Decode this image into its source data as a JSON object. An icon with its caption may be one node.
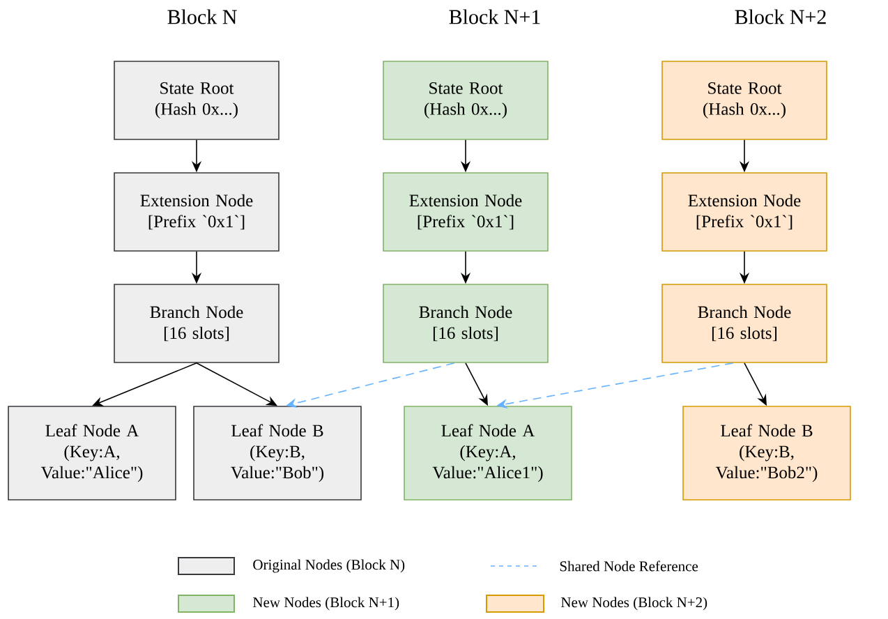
{
  "diagram": {
    "nodes": [
      {
        "text": [
          "State Root",
          "(Hash 0x...)"
        ]
      },
      {
        "text": [
          "Extension Node",
          "[Prefix `0x1`]"
        ]
      },
      {
        "text": [
          "Branch Node",
          "[16 slots]"
        ]
      },
      {
        "text": [
          "Leaf Node A",
          "(Key:A, Value:\"Alice\")"
        ]
      },
      {
        "text": [
          "Leaf Node B",
          "(Key:B, Value:\"Bob\")"
        ]
      },
      {
        "text": [
          "State Root",
          "(Hash 0x...)"
        ]
      },
      {
        "text": [
          "Extension Node",
          "[Prefix `0x1`]"
        ]
      },
      {
        "text": [
          "Branch Node",
          "[16 slots]"
        ]
      },
      {
        "text": [
          "Leaf Node A",
          "(Key:A, Value:\"Alice1\")"
        ]
      },
      {
        "text": [
          "State Root",
          "(Hash 0x...)"
        ]
      },
      {
        "text": [
          "Extension Node",
          "[Prefix `0x1`]"
        ]
      },
      {
        "text": [
          "Branch Node",
          "[16 slots]"
        ]
      },
      {
        "text": [
          "Leaf Node B",
          "(Key:B, Value:\"Bob2\")"
        ]
      }
    ],
    "edges": [
      {
        "from": 0,
        "to": 1,
        "arrow": "to"
      },
      {
        "from": 1,
        "to": 2,
        "arrow": "to"
      },
      {
        "from": 2,
        "to": 3,
        "arrow": "to"
      },
      {
        "from": 2,
        "to": 4,
        "arrow": "to"
      },
      {
        "from": 5,
        "to": 6,
        "arrow": "to"
      },
      {
        "from": 6,
        "to": 7,
        "arrow": "to"
      },
      {
        "from": 7,
        "to": 8,
        "arrow": "to"
      },
      {
        "from": 7,
        "to": 4,
        "arrow": "to",
        "style": "dashed",
        "color": "#66b2ff"
      },
      {
        "from": 9,
        "to": 10,
        "arrow": "to"
      },
      {
        "from": 10,
        "to": 11,
        "arrow": "to"
      },
      {
        "from": 11,
        "to": 12,
        "arrow": "to"
      },
      {
        "from": 11,
        "to": 8,
        "arrow": "to",
        "style": "dashed",
        "color": "#66b2ff"
      }
    ],
    "labels": [
      "Block N",
      "Block N+1",
      "Block N+2"
    ],
    "legend": [
      {
        "text": "Original Nodes (Block N)",
        "color": "#eeeeee"
      },
      {
        "text": "Shared Node Reference"
      },
      {
        "text": "New Nodes (Block N+1)",
        "color": "#d5e8d4"
      },
      {
        "text": "New Nodes (Block N+2)",
        "color": "#ffe6cc"
      }
    ]
  }
}
